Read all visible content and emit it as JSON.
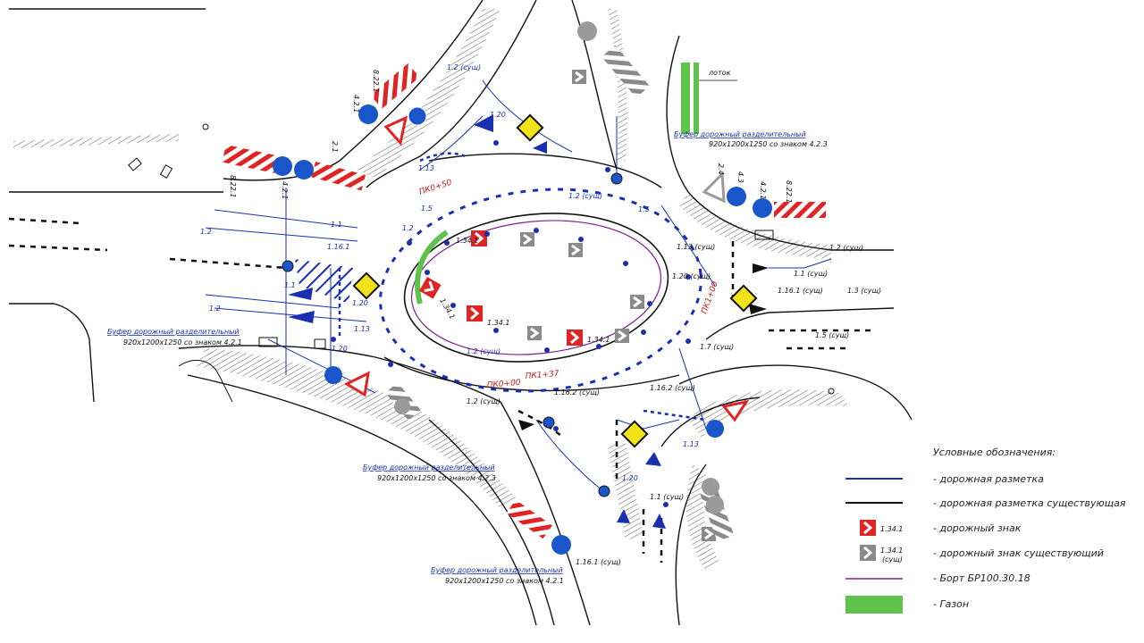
{
  "colors": {
    "marking": "#1a2fb0",
    "existing": "#111111",
    "sign_red": "#e02424",
    "sign_grey": "#8a8a8a",
    "lawn": "#5fc24a",
    "curb": "#7a1f8c",
    "station": "#d01818",
    "diamond": "#f2e21a"
  },
  "labels": {
    "buffer_nw": "Буфер дорожный разделительный",
    "buffer_nw_sub": "920х1200х1250 со знаком 4.2.1",
    "buffer_ne": "Буфер дорожный разделительный",
    "buffer_ne_sub": "920х1200х1250 со знаком 4.2.3",
    "buffer_s": "Буфер дорожный разделительный",
    "buffer_s_sub": "920х1200х1250 со знаком 4.2.3",
    "buffer_sw": "Буфер дорожный разделительный",
    "buffer_sw_sub": "920х1200х1250 со знаком 4.2.1",
    "lotok": "лоток",
    "pk050": "ПК0+50",
    "pk100": "ПК1+00",
    "pk137": "ПК1+37",
    "pk000": "ПК0+00",
    "m_1_2a": "1.2",
    "m_1_2b": "1.2",
    "m_1_1a": "1.1",
    "m_1_1b": "1.1",
    "m_1_16_1": "1.16.1",
    "m_1_20a": "1.20",
    "m_1_20b": "1.20",
    "m_1_20c": "1.20",
    "m_1_13a": "1.13",
    "m_1_13b": "1.13",
    "m_1_5a": "1.5",
    "m_1_5b": "1.5",
    "m_1_2c": "1.2",
    "m_1_12_exist": "1.2 (сущ)",
    "m_1_2_exist_n": "1.2 (сущ)",
    "m_1_1_exist": "1.1 (сущ)",
    "m_1_16_1_exist": "1.16.1 (сущ)",
    "m_1_3_exist": "1.3 (сущ)",
    "m_1_5_exist": "1.5 (сущ)",
    "m_1_7_exist": "1.7 (сущ)",
    "m_1_2_exist_e": "1.2 (сущ)",
    "m_1_13_exist": "1.13 (сущ)",
    "m_1_20_exist": "1.20 (сущ)",
    "m_1_16_2_exist_a": "1.16.2 (сущ)",
    "m_1_16_2_exist_b": "1.16.2 (сущ)",
    "m_1_2_exist_s": "1.2 (сущ)",
    "m_1_2_exist_s2": "1.2 (сущ)",
    "m_1_1_exist_s": "1.1 (сущ)",
    "m_1_16_1_exist_s": "1.16.1 (сущ)",
    "m_1_20_s": "1.20",
    "m_1_13_s": "1.13",
    "sign_1_34_1_a": "1.34.1",
    "sign_1_34_1_b": "1.34.1",
    "sign_1_34_1_c": "1.34.1",
    "sign_1_34_1_d": "1.34.1",
    "sign_8_22_1_a": "8.22.1",
    "sign_8_22_1_b": "8.22.1",
    "sign_8_22_1_c": "8.22.1",
    "sign_4_2_1_a": "4.2.1",
    "sign_4_2_1_b": "4.2.1",
    "sign_4_2_1_c": "4.2.1",
    "sign_2_1_a": "2.1",
    "sign_4_3": "4.3",
    "sign_2_4": "2.4"
  },
  "legend": {
    "title": "Условные обозначения:",
    "items": [
      {
        "text": "- дорожная разметка"
      },
      {
        "text": "- дорожная разметка существующая"
      },
      {
        "text": "- дорожный знак",
        "sign_label": "1.34.1"
      },
      {
        "text": "- дорожный знак существующий",
        "sign_label": "1.34.1",
        "sign_sub": "(сущ)"
      },
      {
        "text": "- Борт БР100.30.18"
      },
      {
        "text": "- Газон"
      }
    ]
  }
}
